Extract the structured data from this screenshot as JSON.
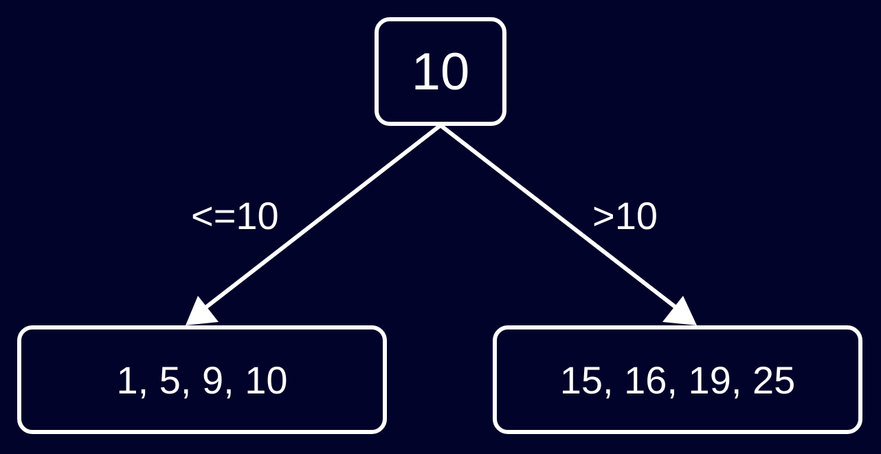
{
  "colors": {
    "background": "#02032a",
    "stroke": "#ffffff",
    "text": "#ffffff"
  },
  "tree": {
    "root": {
      "label": "10"
    },
    "left": {
      "label": "1, 5, 9, 10",
      "edge_label": "<=10"
    },
    "right": {
      "label": "15, 16, 19, 25",
      "edge_label": ">10"
    }
  }
}
